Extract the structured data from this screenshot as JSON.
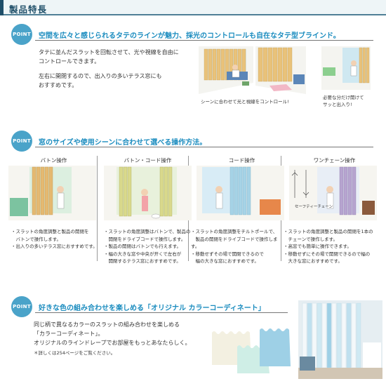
{
  "header": {
    "title": "製品特長"
  },
  "point_label": "POINT",
  "section1": {
    "title": "空間を広々と感じられるタテのラインが魅力、採光のコントロールも自在なタテ型ブラインド。",
    "body1_line1": "タテに並んだスラットを回転させて、光や視線を自由に",
    "body1_line2": "コントロールできます。",
    "body2_line1": "左右に開閉するので、出入りの多いテラス窓にも",
    "body2_line2": "おすすめです。",
    "caption_a": "シーンに合わせて光と視線をコントロール!",
    "caption_b_line1": "必要な分だけ開けて",
    "caption_b_line2": "サッと出入り!"
  },
  "section2": {
    "title": "窓のサイズや使用シーンに合わせて選べる操作方法。",
    "columns": [
      {
        "title": "バトン操作",
        "lines": [
          "・スラットの角度調整と製品の開閉を",
          "　バトンで操作します。",
          "・出入りの多いテラス窓におすすめです。"
        ]
      },
      {
        "title": "バトン・コード操作",
        "lines": [
          "・スラットの角度調整はバトンで、製品の",
          "　開閉をドライブコードで操作します。",
          "・製品の開閉はバトンでも行えます。",
          "・幅の大きな窓や中央が开くで左右が",
          "　開閉するテラス窓におすすめです。"
        ]
      },
      {
        "title": "コード操作",
        "lines": [
          "・スラットの角度調整をチルトポールで、",
          "　製品の開閉をドライブコードで操作します。",
          "・移動せずその場で開閉できるので",
          "　幅の大きな窓におすすめです。"
        ]
      },
      {
        "title": "ワンチェーン操作",
        "lines": [
          "・スラットの角度調整と製品の開閉を1本の",
          "　チェーンで操作します。",
          "・高窓でも簡単に操作できます。",
          "・移動せずにその場で開閉できるので幅の",
          "　大きな窓におすすめです。"
        ]
      }
    ],
    "safety_label": "セーフティーチェーン"
  },
  "section3": {
    "title": "好きな色の組み合わせを楽しめる「オリジナル カラーコーディネート」",
    "line1": "同じ柄で異なるカラーのスラットの組み合わせを楽しめる",
    "line2": "「カラーコーディネート」。",
    "line3": "オリジナルのラインドレープでお部屋をもっとあなたらしく。",
    "note": "＊詳しくは254ページをご覧ください。"
  },
  "colors": {
    "accent": "#1b8cbf",
    "point_bg": "#4aa3c9",
    "header_dark": "#1f4f69",
    "slat_beige": "#e9c27a",
    "slat_blue": "#9ed0e6",
    "slat_purple": "#b6a4cf"
  }
}
